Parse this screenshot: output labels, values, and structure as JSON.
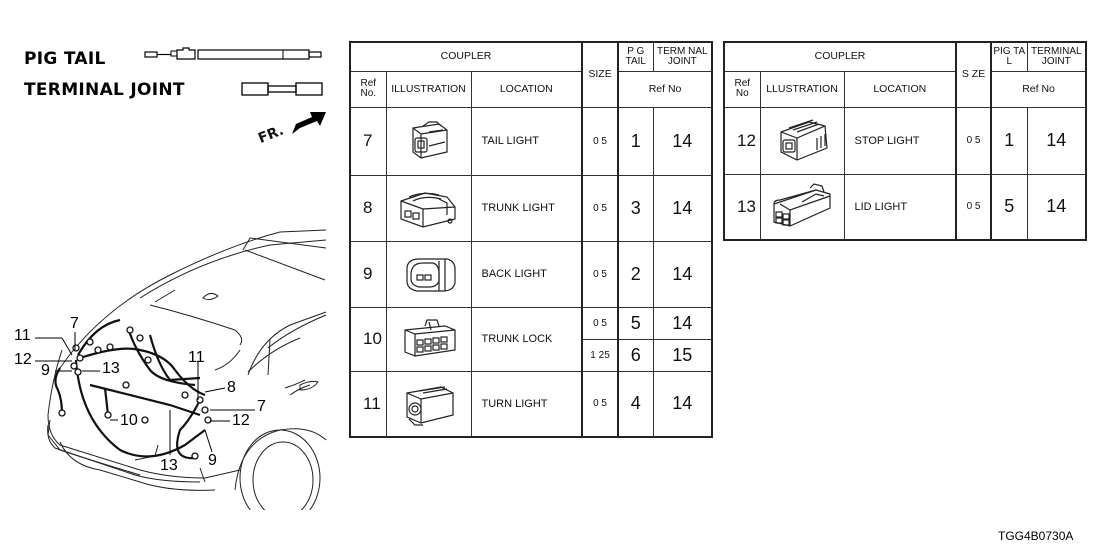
{
  "legend": {
    "pig_tail_label": "PIG TAIL",
    "terminal_joint_label": "TERMINAL JOINT",
    "front_indicator": "FR."
  },
  "diagram": {
    "callouts": [
      "11",
      "7",
      "12",
      "9",
      "13",
      "10",
      "11",
      "8",
      "7",
      "12",
      "13",
      "9"
    ]
  },
  "table_left": {
    "header": {
      "coupler": "COUPLER",
      "ref_no": "Ref No.",
      "illustration": "ILLUSTRATION",
      "location": "LOCATION",
      "size": "SIZE",
      "pig_tail": "P G TAIL",
      "terminal_joint": "TERM NAL JOINT",
      "ref_no_sub": "Ref No"
    },
    "rows": [
      {
        "ref": "7",
        "icon": "tail-light-connector",
        "location": "TAIL LIGHT",
        "entries": [
          {
            "size": "0 5",
            "pig_tail": "1",
            "terminal_joint": "14"
          }
        ]
      },
      {
        "ref": "8",
        "icon": "trunk-light-connector",
        "location": "TRUNK LIGHT",
        "entries": [
          {
            "size": "0 5",
            "pig_tail": "3",
            "terminal_joint": "14"
          }
        ]
      },
      {
        "ref": "9",
        "icon": "back-light-connector",
        "location": "BACK LIGHT",
        "entries": [
          {
            "size": "0 5",
            "pig_tail": "2",
            "terminal_joint": "14"
          }
        ]
      },
      {
        "ref": "10",
        "icon": "trunk-lock-connector",
        "location": "TRUNK LOCK",
        "entries": [
          {
            "size": "0 5",
            "pig_tail": "5",
            "terminal_joint": "14"
          },
          {
            "size": "1 25",
            "pig_tail": "6",
            "terminal_joint": "15"
          }
        ]
      },
      {
        "ref": "11",
        "icon": "turn-light-connector",
        "location": "TURN LIGHT",
        "entries": [
          {
            "size": "0 5",
            "pig_tail": "4",
            "terminal_joint": "14"
          }
        ]
      }
    ]
  },
  "table_right": {
    "header": {
      "coupler": "COUPLER",
      "ref_no": "Ref No",
      "illustration": "LLUSTRATION",
      "location": "LOCATION",
      "size": "S ZE",
      "pig_tail": "PIG TA L",
      "terminal_joint": "TERMINAL JOINT",
      "ref_no_sub": "Ref No"
    },
    "rows": [
      {
        "ref": "12",
        "icon": "stop-light-connector",
        "location": "STOP LIGHT",
        "entries": [
          {
            "size": "0 5",
            "pig_tail": "1",
            "terminal_joint": "14"
          }
        ]
      },
      {
        "ref": "13",
        "icon": "lid-light-connector",
        "location": "LID LIGHT",
        "entries": [
          {
            "size": "0 5",
            "pig_tail": "5",
            "terminal_joint": "14"
          }
        ]
      }
    ]
  },
  "footer": {
    "diagram_code": "TGG4B0730A"
  }
}
